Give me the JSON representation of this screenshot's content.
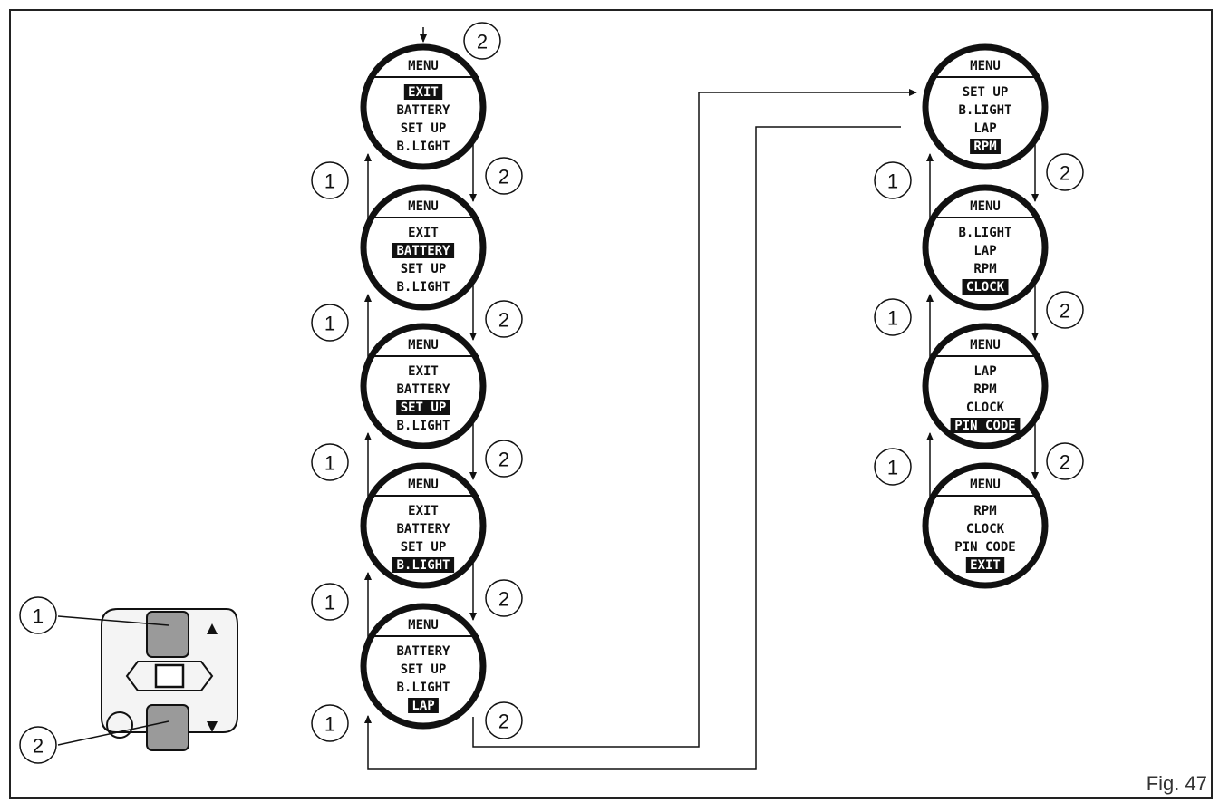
{
  "figure_label": "Fig. 47",
  "menu_title": "MENU",
  "steps": [
    {
      "items": [
        "EXIT",
        "BATTERY",
        "SET UP",
        "B.LIGHT"
      ],
      "selected": 0
    },
    {
      "items": [
        "EXIT",
        "BATTERY",
        "SET UP",
        "B.LIGHT"
      ],
      "selected": 1
    },
    {
      "items": [
        "EXIT",
        "BATTERY",
        "SET UP",
        "B.LIGHT"
      ],
      "selected": 2
    },
    {
      "items": [
        "EXIT",
        "BATTERY",
        "SET UP",
        "B.LIGHT"
      ],
      "selected": 3
    },
    {
      "items": [
        "BATTERY",
        "SET UP",
        "B.LIGHT",
        "LAP"
      ],
      "selected": 3
    },
    {
      "items": [
        "SET UP",
        "B.LIGHT",
        "LAP",
        "RPM"
      ],
      "selected": 3
    },
    {
      "items": [
        "B.LIGHT",
        "LAP",
        "RPM",
        "CLOCK"
      ],
      "selected": 3
    },
    {
      "items": [
        "LAP",
        "RPM",
        "CLOCK",
        "PIN CODE"
      ],
      "selected": 3
    },
    {
      "items": [
        "RPM",
        "CLOCK",
        "PIN CODE",
        "EXIT"
      ],
      "selected": 3
    }
  ],
  "callouts": {
    "up": "1",
    "down": "2"
  },
  "colors": {
    "stroke": "#111111",
    "button_fill": "#9a9a9a",
    "panel": "#f4f4f4"
  }
}
